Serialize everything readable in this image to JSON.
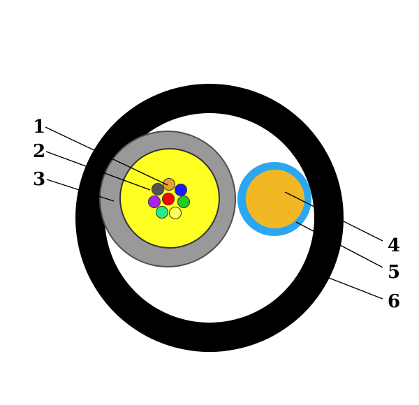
{
  "callouts": [
    {
      "label": "1"
    },
    {
      "label": "2"
    },
    {
      "label": "3"
    },
    {
      "label": "4"
    },
    {
      "label": "5"
    },
    {
      "label": "6"
    }
  ],
  "colors": {
    "outer_jacket": "#000000",
    "cable_interior": "#ffffff",
    "loose_tube_outer": "#4d4d4d",
    "loose_tube": "#999999",
    "gel_filling": "#ffff22",
    "strength_sheath": "#2aa7f0",
    "strength_core": "#f2b824",
    "fibers": [
      "#e8a030",
      "#555555",
      "#1a1aff",
      "#aa22ee",
      "#ff0000",
      "#22cc22",
      "#22ee88",
      "#ffff55"
    ]
  }
}
